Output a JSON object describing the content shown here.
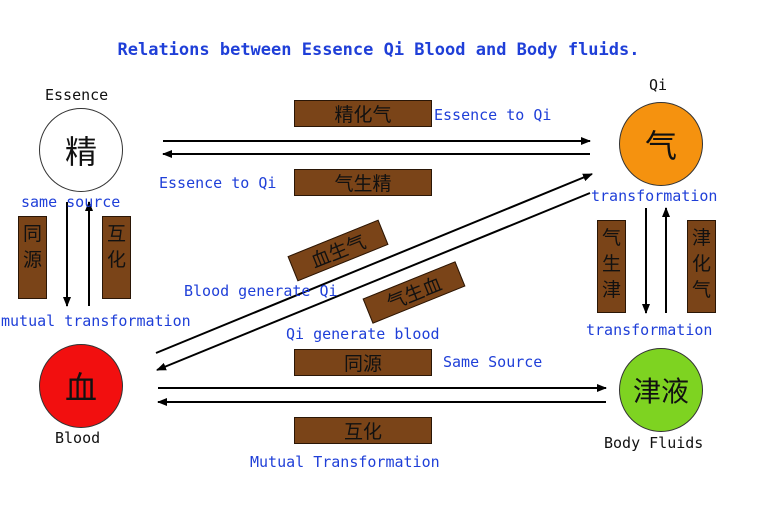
{
  "title": "Relations between Essence Qi Blood and Body fluids.",
  "nodes": {
    "essence": {
      "label": "Essence",
      "glyph": "精",
      "color": "#ffffff"
    },
    "qi": {
      "label": "Qi",
      "glyph": "气",
      "color": "#f5920f"
    },
    "blood": {
      "label": "Blood",
      "glyph": "血",
      "color": "#f20f0f"
    },
    "fluids": {
      "label": "Body Fluids",
      "glyph": "津液",
      "color": "#7ed321"
    }
  },
  "boxes": {
    "essence_to_qi": "精化气",
    "qi_to_essence": "气生精",
    "blood_gen_qi": "血生气",
    "qi_gen_blood": "气生血",
    "same_source_h": "同源",
    "mutual_h": "互化",
    "same_source_v": "同源",
    "mutual_v": "互化",
    "qi_gen_fluid": "气生津",
    "fluid_to_qi": "津化气"
  },
  "labels": {
    "essence_to_qi_top": "Essence to Qi",
    "essence_to_qi_bottom": "Essence to Qi",
    "same_source_left": "same source",
    "mutual_transformation_left": "mutual transformation",
    "transformation_top": "transformation",
    "transformation_bottom": "transformation",
    "blood_generate_qi": "Blood generate Qi",
    "qi_generate_blood": "Qi generate blood",
    "same_source_right": "Same Source",
    "mutual_transformation_bottom": "Mutual Transformation"
  }
}
